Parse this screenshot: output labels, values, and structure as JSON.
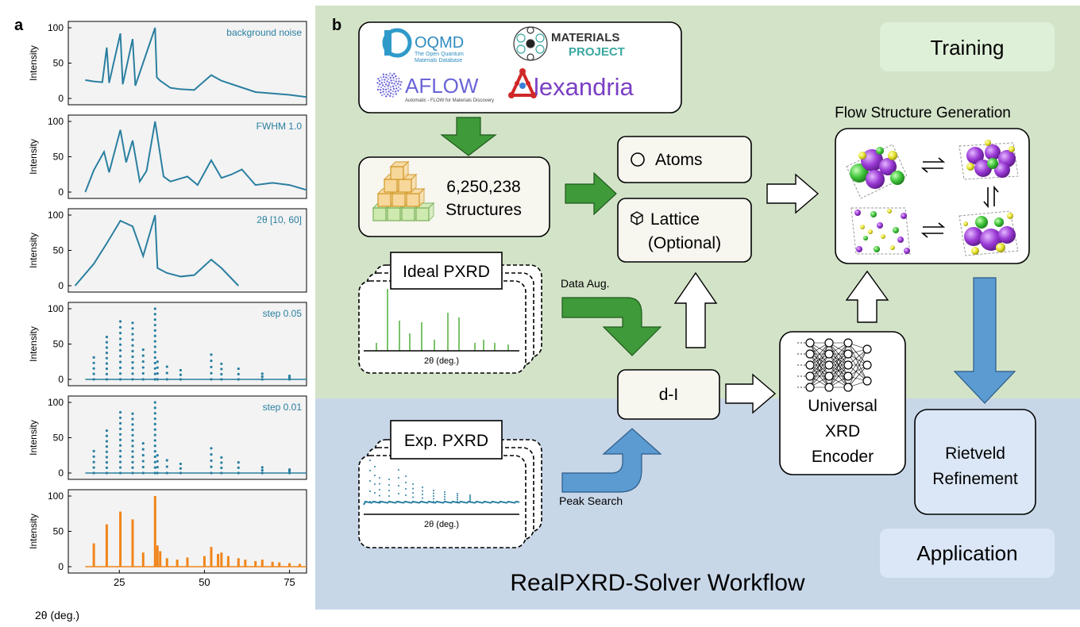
{
  "panel_a": {
    "label": "a",
    "ylabel": "Intensity",
    "xlabel": "2θ (deg.)",
    "yticks": [
      "0",
      "50",
      "100"
    ],
    "xticks": [
      "25",
      "50",
      "75"
    ],
    "ylim": [
      0,
      100
    ],
    "xlim": [
      10,
      80
    ],
    "colors": {
      "blue": "#2a7fa0",
      "orange": "#f0851a"
    }
  },
  "chart_data": [
    {
      "type": "line",
      "annotation": "background noise",
      "x": [
        15,
        17.5,
        20,
        21.3,
        22,
        25.3,
        26,
        28.9,
        29.7,
        35.5,
        36,
        37,
        40,
        43,
        47,
        52,
        55,
        60,
        65,
        70,
        75,
        80
      ],
      "y": [
        26,
        24,
        23,
        72,
        22,
        92,
        20,
        84,
        18,
        100,
        30,
        25,
        15,
        13,
        12,
        33,
        25,
        17,
        9,
        7,
        5,
        2
      ]
    },
    {
      "type": "line",
      "annotation": "FWHM 1.0",
      "x": [
        15,
        17.5,
        20.5,
        22,
        25.3,
        27,
        28.9,
        31,
        33,
        35.5,
        38,
        40,
        45,
        48,
        52,
        55,
        58,
        61,
        65,
        70,
        75,
        80
      ],
      "y": [
        0,
        31,
        57,
        28,
        88,
        42,
        73,
        15,
        30,
        100,
        22,
        15,
        22,
        10,
        45,
        20,
        25,
        32,
        10,
        13,
        10,
        3
      ]
    },
    {
      "type": "line",
      "annotation": "2θ [10, 60]",
      "x": [
        12,
        17.5,
        21.3,
        25.3,
        28.9,
        32,
        35.5,
        36.2,
        39,
        43,
        47,
        52,
        55,
        60
      ],
      "y": [
        0,
        31,
        60,
        92,
        84,
        42,
        100,
        25,
        18,
        13,
        15,
        37,
        25,
        0
      ]
    },
    {
      "type": "scatter",
      "annotation": "step 0.05",
      "x": [
        17.5,
        21.3,
        25.3,
        28.9,
        32,
        35.5,
        36.2,
        39,
        43,
        52,
        55,
        60,
        67,
        75
      ],
      "y": [
        31,
        60,
        82,
        80,
        42,
        100,
        25,
        18,
        13,
        35,
        22,
        15,
        8,
        5
      ]
    },
    {
      "type": "scatter",
      "annotation": "step 0.01",
      "x": [
        17.5,
        21.3,
        25.3,
        28.9,
        32,
        35.5,
        36.2,
        39,
        43,
        52,
        55,
        60,
        67,
        75
      ],
      "y": [
        31,
        60,
        86,
        84,
        42,
        100,
        25,
        18,
        13,
        35,
        22,
        15,
        8,
        5
      ]
    },
    {
      "type": "bar",
      "annotation": "",
      "x": [
        17.5,
        21.3,
        25.3,
        28.9,
        32,
        35.5,
        36.2,
        37,
        39,
        42,
        45,
        50,
        52,
        54,
        55,
        57,
        60,
        62,
        65,
        67,
        70,
        72,
        75,
        78
      ],
      "values": [
        33,
        60,
        78,
        67,
        20,
        100,
        30,
        22,
        12,
        10,
        13,
        15,
        28,
        18,
        20,
        15,
        12,
        10,
        8,
        10,
        7,
        6,
        5,
        4
      ]
    }
  ],
  "panel_b": {
    "label": "b",
    "training": "Training",
    "application": "Application",
    "workflow_title": "RealPXRD-Solver Workflow",
    "databases": {
      "oqmd": "OQMD",
      "oqmd_sub1": "The Open Quantum",
      "oqmd_sub2": "Materials Database",
      "mp1": "MATERIALS",
      "mp2": "PROJECT",
      "aflow": "AFLOW",
      "aflow_sub": "Automatic - FLOW for Materials Discovery",
      "alexandria": "lexandria"
    },
    "structures_count": "6,250,238",
    "structures_label": "Structures",
    "atoms": "Atoms",
    "lattice": "Lattice",
    "lattice_note": "(Optional)",
    "flow_title": "Flow Structure Generation",
    "ideal_pxrd": "Ideal PXRD",
    "exp_pxrd": "Exp. PXRD",
    "axis_2theta": "2θ (deg.)",
    "data_aug": "Data Aug.",
    "peak_search": "Peak Search",
    "dI": "d-I",
    "encoder": [
      "Universal",
      "XRD",
      "Encoder"
    ],
    "rietveld": [
      "Rietveld",
      "Refinement"
    ],
    "colors": {
      "training_bg": "#d3e3c8",
      "application_bg": "#c8d7e8",
      "green_arrow": "#3f9a3a",
      "blue_arrow": "#5b9bd2",
      "training_btn": "#dff0d8",
      "application_btn": "#dbe7f6",
      "box_fill": "#f7f6ef",
      "purple": "#9b3ad6",
      "ball_green": "#3fc43a",
      "yellow": "#e5e22e"
    }
  }
}
